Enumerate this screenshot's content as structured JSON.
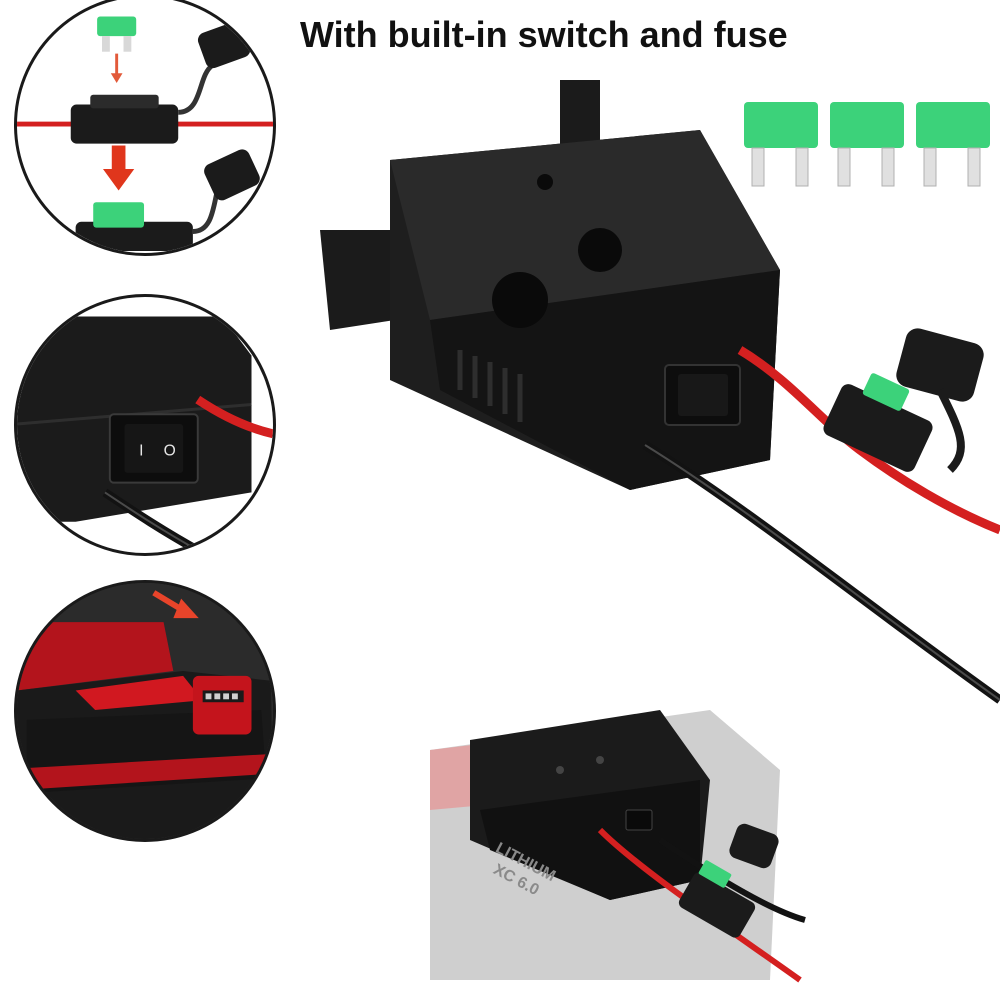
{
  "headline": "With built-in switch and fuse",
  "battery_label": {
    "line1": "LITHIUM",
    "line2": "XC 6.0"
  },
  "switch_marks": {
    "on": "I",
    "off": "O"
  },
  "colors": {
    "housing": "#1b1b1b",
    "red_wire": "#d42020",
    "black_wire": "#151515",
    "fuse_green": "#3cd27a",
    "battery_red": "#c8141c",
    "background": "#ffffff"
  },
  "icons": [
    "fuse-icon",
    "arrow-down-icon",
    "arrow-right-icon",
    "rocker-switch-icon"
  ]
}
